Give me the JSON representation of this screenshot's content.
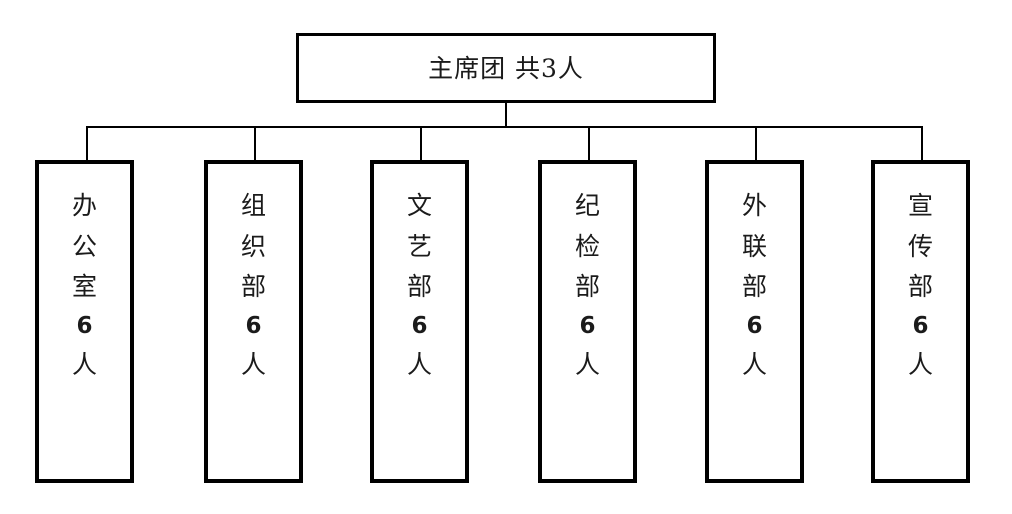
{
  "diagram": {
    "title": "主席团 共3人",
    "background_color": "#ffffff",
    "line_color": "#000000",
    "text_color": "#1b1b1b",
    "root": {
      "label": "主席团 共3人",
      "org_name": "主席团",
      "count_text": "共3人",
      "count": 3
    },
    "children": [
      {
        "label": "办公室 6人",
        "org_name": "办公室",
        "count_text": "6人",
        "count": 6,
        "glyphs": [
          "办",
          "公",
          "室",
          "6",
          "人"
        ]
      },
      {
        "label": "组织部 6人",
        "org_name": "组织部",
        "count_text": "6人",
        "count": 6,
        "glyphs": [
          "组",
          "织",
          "部",
          "6",
          "人"
        ]
      },
      {
        "label": "文艺部 6人",
        "org_name": "文艺部",
        "count_text": "6人",
        "count": 6,
        "glyphs": [
          "文",
          "艺",
          "部",
          "6",
          "人"
        ]
      },
      {
        "label": "纪检部 6人",
        "org_name": "纪检部",
        "count_text": "6人",
        "count": 6,
        "glyphs": [
          "纪",
          "检",
          "部",
          "6",
          "人"
        ]
      },
      {
        "label": "外联部 6人",
        "org_name": "外联部",
        "count_text": "6人",
        "count": 6,
        "glyphs": [
          "外",
          "联",
          "部",
          "6",
          "人"
        ]
      },
      {
        "label": "宣传部 6人",
        "org_name": "宣传部",
        "count_text": "6人",
        "count": 6,
        "glyphs": [
          "宣",
          "传",
          "部",
          "6",
          "人"
        ]
      }
    ]
  }
}
